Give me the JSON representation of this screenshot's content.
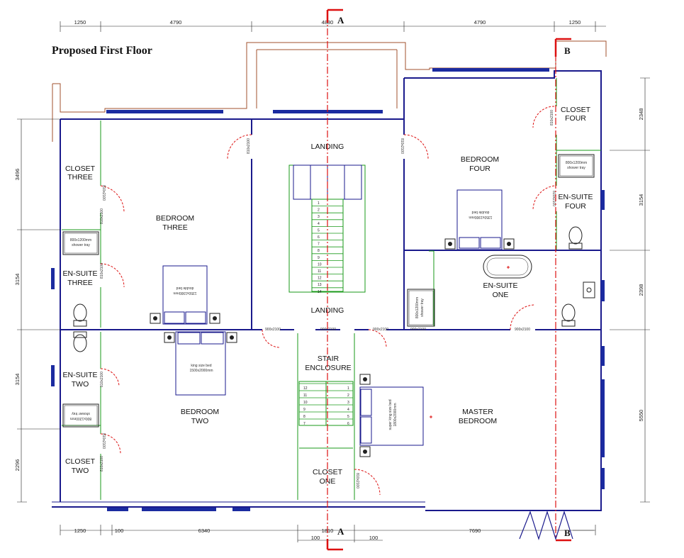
{
  "title": "Proposed First Floor",
  "rooms": {
    "closet_three": [
      "CLOSET",
      "THREE"
    ],
    "bedroom_three": [
      "BEDROOM",
      "THREE"
    ],
    "ensuite_three": [
      "EN-SUITE",
      "THREE"
    ],
    "landing_top": "LANDING",
    "landing_bottom": "LANDING",
    "bedroom_four": [
      "BEDROOM",
      "FOUR"
    ],
    "closet_four": [
      "CLOSET",
      "FOUR"
    ],
    "ensuite_four": [
      "EN-SUITE",
      "FOUR"
    ],
    "ensuite_one": [
      "EN-SUITE",
      "ONE"
    ],
    "ensuite_two": [
      "EN-SUITE",
      "TWO"
    ],
    "bedroom_two": [
      "BEDROOM",
      "TWO"
    ],
    "closet_two": [
      "CLOSET",
      "TWO"
    ],
    "stair_enclosure": [
      "STAIR",
      "ENCLOSURE"
    ],
    "closet_one": [
      "CLOSET",
      "ONE"
    ],
    "master_bedroom": [
      "MASTER",
      "BEDROOM"
    ]
  },
  "fixtures": {
    "shower_tray": [
      "800x1200mm",
      "shower tray"
    ],
    "double_bed": [
      "double bed",
      "1350x1900mm"
    ],
    "king_bed": [
      "king size bed",
      "1500x2000mm"
    ],
    "super_king_bed": [
      "super king size bed",
      "1800x2000mm"
    ],
    "door_label": "900x2100",
    "door_label_short": "810x2100"
  },
  "dimensions": {
    "top": [
      "1250",
      "4790",
      "4880",
      "4790",
      "1250"
    ],
    "bottom": [
      "1250",
      "100",
      "6340",
      "1810",
      "7690"
    ],
    "bottom_sub": [
      "100",
      "100"
    ],
    "left": [
      "3496",
      "3154",
      "3154",
      "2296"
    ],
    "right": [
      "2348",
      "3154",
      "2398",
      "5550"
    ]
  },
  "section_markers": {
    "a_top": "A",
    "a_bottom": "A",
    "b_top": "B",
    "b_bottom": "B"
  },
  "stair_numbers_top": [
    "1",
    "2",
    "3",
    "4",
    "5",
    "6",
    "7",
    "8",
    "9",
    "10",
    "11",
    "12",
    "13",
    "14"
  ],
  "stair_numbers_bottom_left": [
    "12",
    "11",
    "10",
    "9",
    "8",
    "7"
  ],
  "stair_numbers_bottom_right": [
    "1",
    "2",
    "3",
    "4",
    "5",
    "6"
  ],
  "colors": {
    "wall": "#1a1a8c",
    "partition": "#1a9a1a",
    "existing_outline": "#a0522d",
    "door_swing": "#dd1111",
    "window": "#1b2ba0",
    "section_line": "#dd1111"
  }
}
